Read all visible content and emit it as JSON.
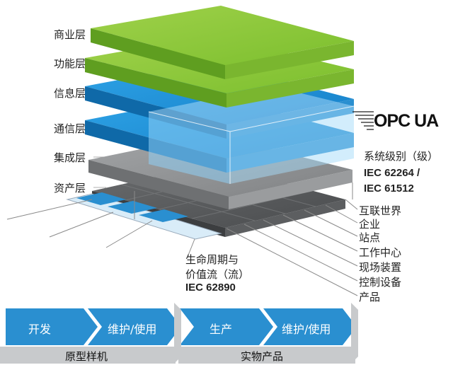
{
  "layers": [
    "商业层",
    "功能层",
    "信息层",
    "通信层",
    "集成层",
    "资产层"
  ],
  "opcua": {
    "logo_text": "OPC UA"
  },
  "system_level": {
    "title": "系统级别（级）",
    "std1": "IEC 62264 /",
    "std2": "IEC 61512"
  },
  "hierarchy": [
    "互联世界",
    "企业",
    "站点",
    "工作中心",
    "现场装置",
    "控制设备",
    "产品"
  ],
  "lifecycle": {
    "line1": "生命周期与",
    "line2": "价值流（流）",
    "std": "IEC 62890"
  },
  "process": {
    "steps": [
      "开发",
      "维护/使用",
      "生产",
      "维护/使用"
    ],
    "phases": [
      "原型样机",
      "实物产品"
    ]
  },
  "colors": {
    "green_layer": "#8dc63f",
    "blue_layer": "#1e90d6",
    "gray_layer": "#8a8c8e",
    "dark_layer": "#505254",
    "arrow_blue": "#2a8fd0",
    "arrow_gray": "#c8cacc"
  }
}
